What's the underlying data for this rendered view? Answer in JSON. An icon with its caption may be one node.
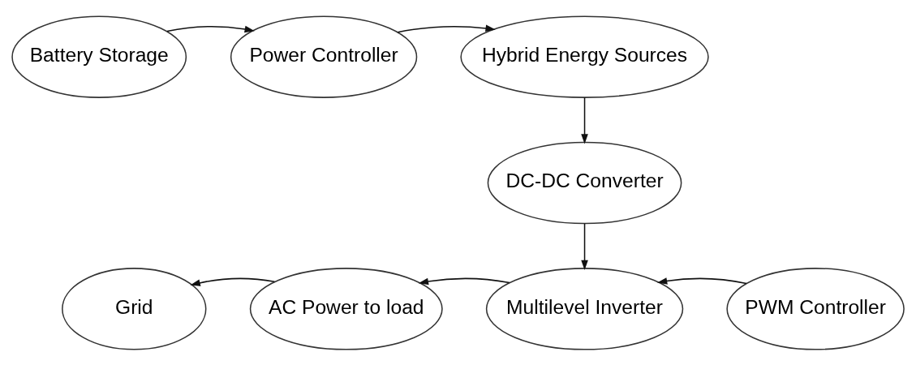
{
  "diagram": {
    "nodes": [
      {
        "text": [
          "Battery Storage"
        ]
      },
      {
        "text": [
          "Power Controller"
        ]
      },
      {
        "text": [
          "Hybrid Energy Sources"
        ]
      },
      {
        "text": [
          "DC-DC Converter"
        ]
      },
      {
        "text": [
          "Grid"
        ]
      },
      {
        "text": [
          "AC Power to load"
        ]
      },
      {
        "text": [
          "Multilevel Inverter"
        ]
      },
      {
        "text": [
          "PWM Controller"
        ]
      }
    ],
    "edges": [
      {
        "from": 0,
        "to": 1,
        "arrow": "to"
      },
      {
        "from": 1,
        "to": 2,
        "arrow": "to"
      },
      {
        "from": 2,
        "to": 3,
        "arrow": "to"
      },
      {
        "from": 3,
        "to": 6,
        "arrow": "to"
      },
      {
        "from": 7,
        "to": 6,
        "arrow": "to"
      },
      {
        "from": 6,
        "to": 5,
        "arrow": "to"
      },
      {
        "from": 5,
        "to": 4,
        "arrow": "to"
      }
    ]
  }
}
